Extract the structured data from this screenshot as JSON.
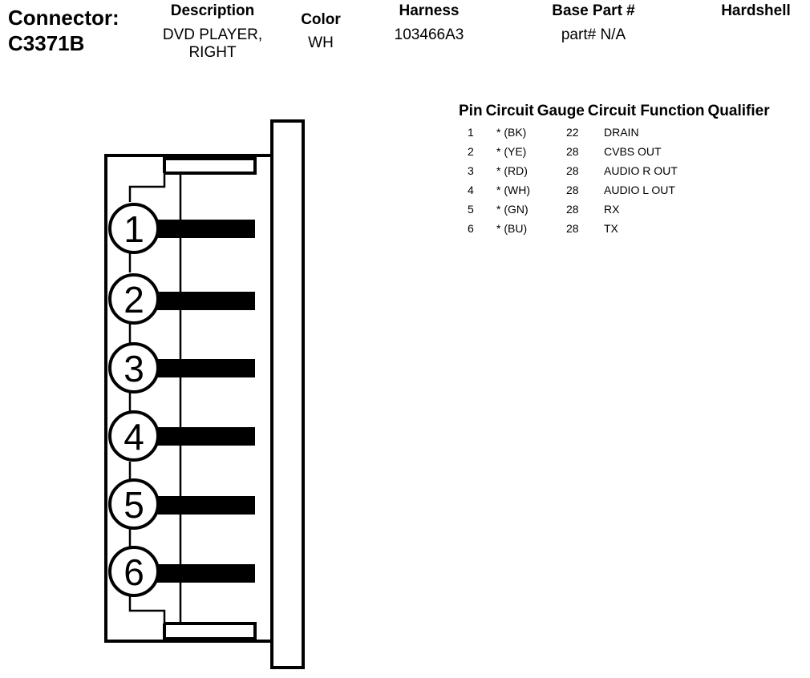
{
  "connector": {
    "label": "Connector:",
    "id": "C3371B"
  },
  "header": {
    "description": {
      "title": "Description",
      "value_line1": "DVD PLAYER,",
      "value_line2": "RIGHT"
    },
    "color": {
      "title": "Color",
      "value": "WH"
    },
    "harness": {
      "title": "Harness",
      "value": "103466A3"
    },
    "base_part": {
      "title": "Base Part #",
      "value": "part# N/A"
    },
    "hardshell": {
      "title": "Hardshell"
    }
  },
  "pin_table": {
    "columns": [
      "Pin",
      "Circuit",
      "Gauge",
      "Circuit Function",
      "Qualifier"
    ],
    "rows": [
      {
        "pin": "1",
        "circuit": "* (BK)",
        "gauge": "22",
        "function": "DRAIN"
      },
      {
        "pin": "2",
        "circuit": "* (YE)",
        "gauge": "28",
        "function": "CVBS OUT"
      },
      {
        "pin": "3",
        "circuit": "* (RD)",
        "gauge": "28",
        "function": "AUDIO R OUT"
      },
      {
        "pin": "4",
        "circuit": "* (WH)",
        "gauge": "28",
        "function": "AUDIO L OUT"
      },
      {
        "pin": "5",
        "circuit": "* (GN)",
        "gauge": "28",
        "function": "RX"
      },
      {
        "pin": "6",
        "circuit": "* (BU)",
        "gauge": "28",
        "function": "TX"
      }
    ]
  },
  "diagram": {
    "pins": [
      "1",
      "2",
      "3",
      "4",
      "5",
      "6"
    ]
  }
}
